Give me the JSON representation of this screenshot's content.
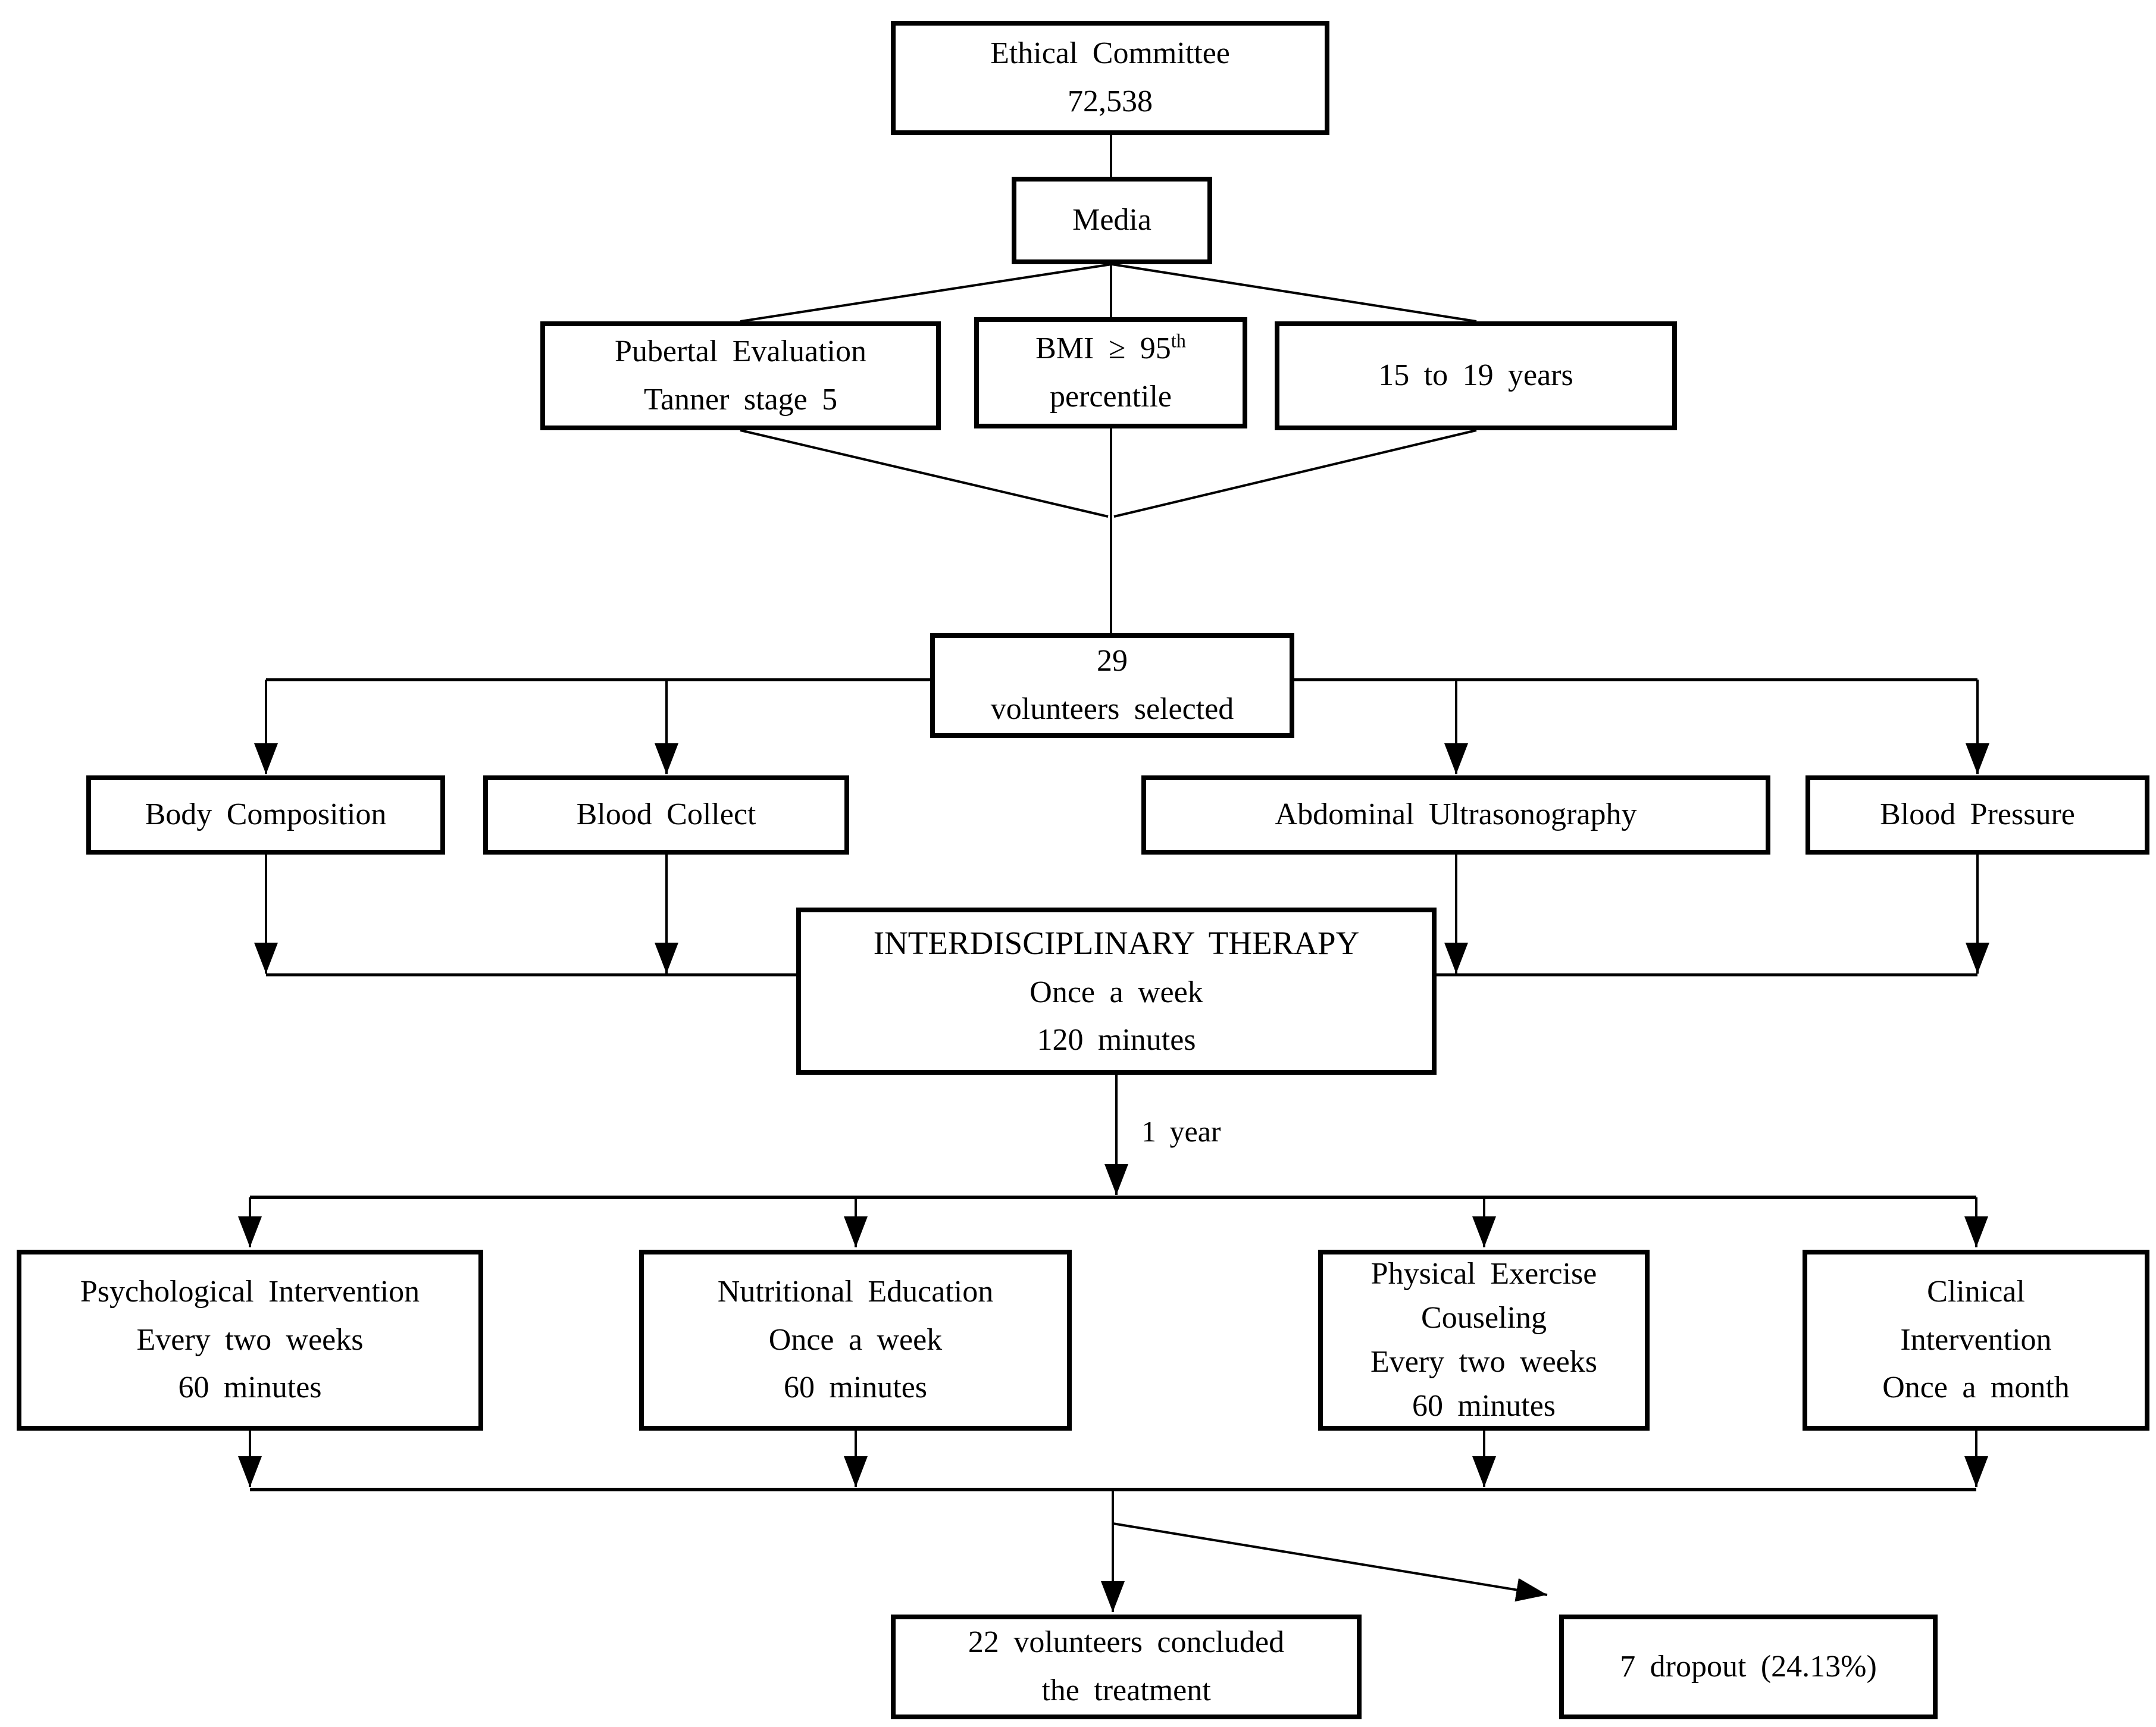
{
  "colors": {
    "ink": "#000000",
    "background": "#ffffff"
  },
  "nodes": {
    "ethical": {
      "lines": [
        "Ethical Committee",
        "72,538"
      ]
    },
    "media": {
      "lines": [
        "Media"
      ]
    },
    "pubertal": {
      "lines": [
        "Pubertal Evaluation",
        "Tanner stage 5"
      ]
    },
    "bmi": {
      "line1_pre": "BMI ≥ 95",
      "line1_sup": "th",
      "line2": "percentile"
    },
    "age": {
      "lines": [
        "15 to 19 years"
      ]
    },
    "volunteers": {
      "lines": [
        "29",
        "volunteers selected"
      ]
    },
    "body_composition": {
      "lines": [
        "Body Composition"
      ]
    },
    "blood_collect": {
      "lines": [
        "Blood Collect"
      ]
    },
    "abdominal": {
      "lines": [
        "Abdominal Ultrasonography"
      ]
    },
    "blood_pressure": {
      "lines": [
        "Blood Pressure"
      ]
    },
    "therapy": {
      "lines": [
        "INTERDISCIPLINARY THERAPY",
        "Once a week",
        "120 minutes"
      ]
    },
    "psychological": {
      "lines": [
        "Psychological Intervention",
        "Every two weeks",
        "60 minutes"
      ]
    },
    "nutritional": {
      "lines": [
        "Nutritional Education",
        "Once a week",
        "60 minutes"
      ]
    },
    "physical": {
      "lines": [
        "Physical Exercise",
        "Couseling",
        "Every two weeks",
        "60 minutes"
      ]
    },
    "clinical": {
      "lines": [
        "Clinical",
        "Intervention",
        "Once a month"
      ]
    },
    "concluded": {
      "lines": [
        "22 volunteers concluded",
        "the treatment"
      ]
    },
    "dropout": {
      "lines": [
        "7 dropout (24.13%)"
      ]
    }
  },
  "labels": {
    "one_year": "1 year"
  }
}
